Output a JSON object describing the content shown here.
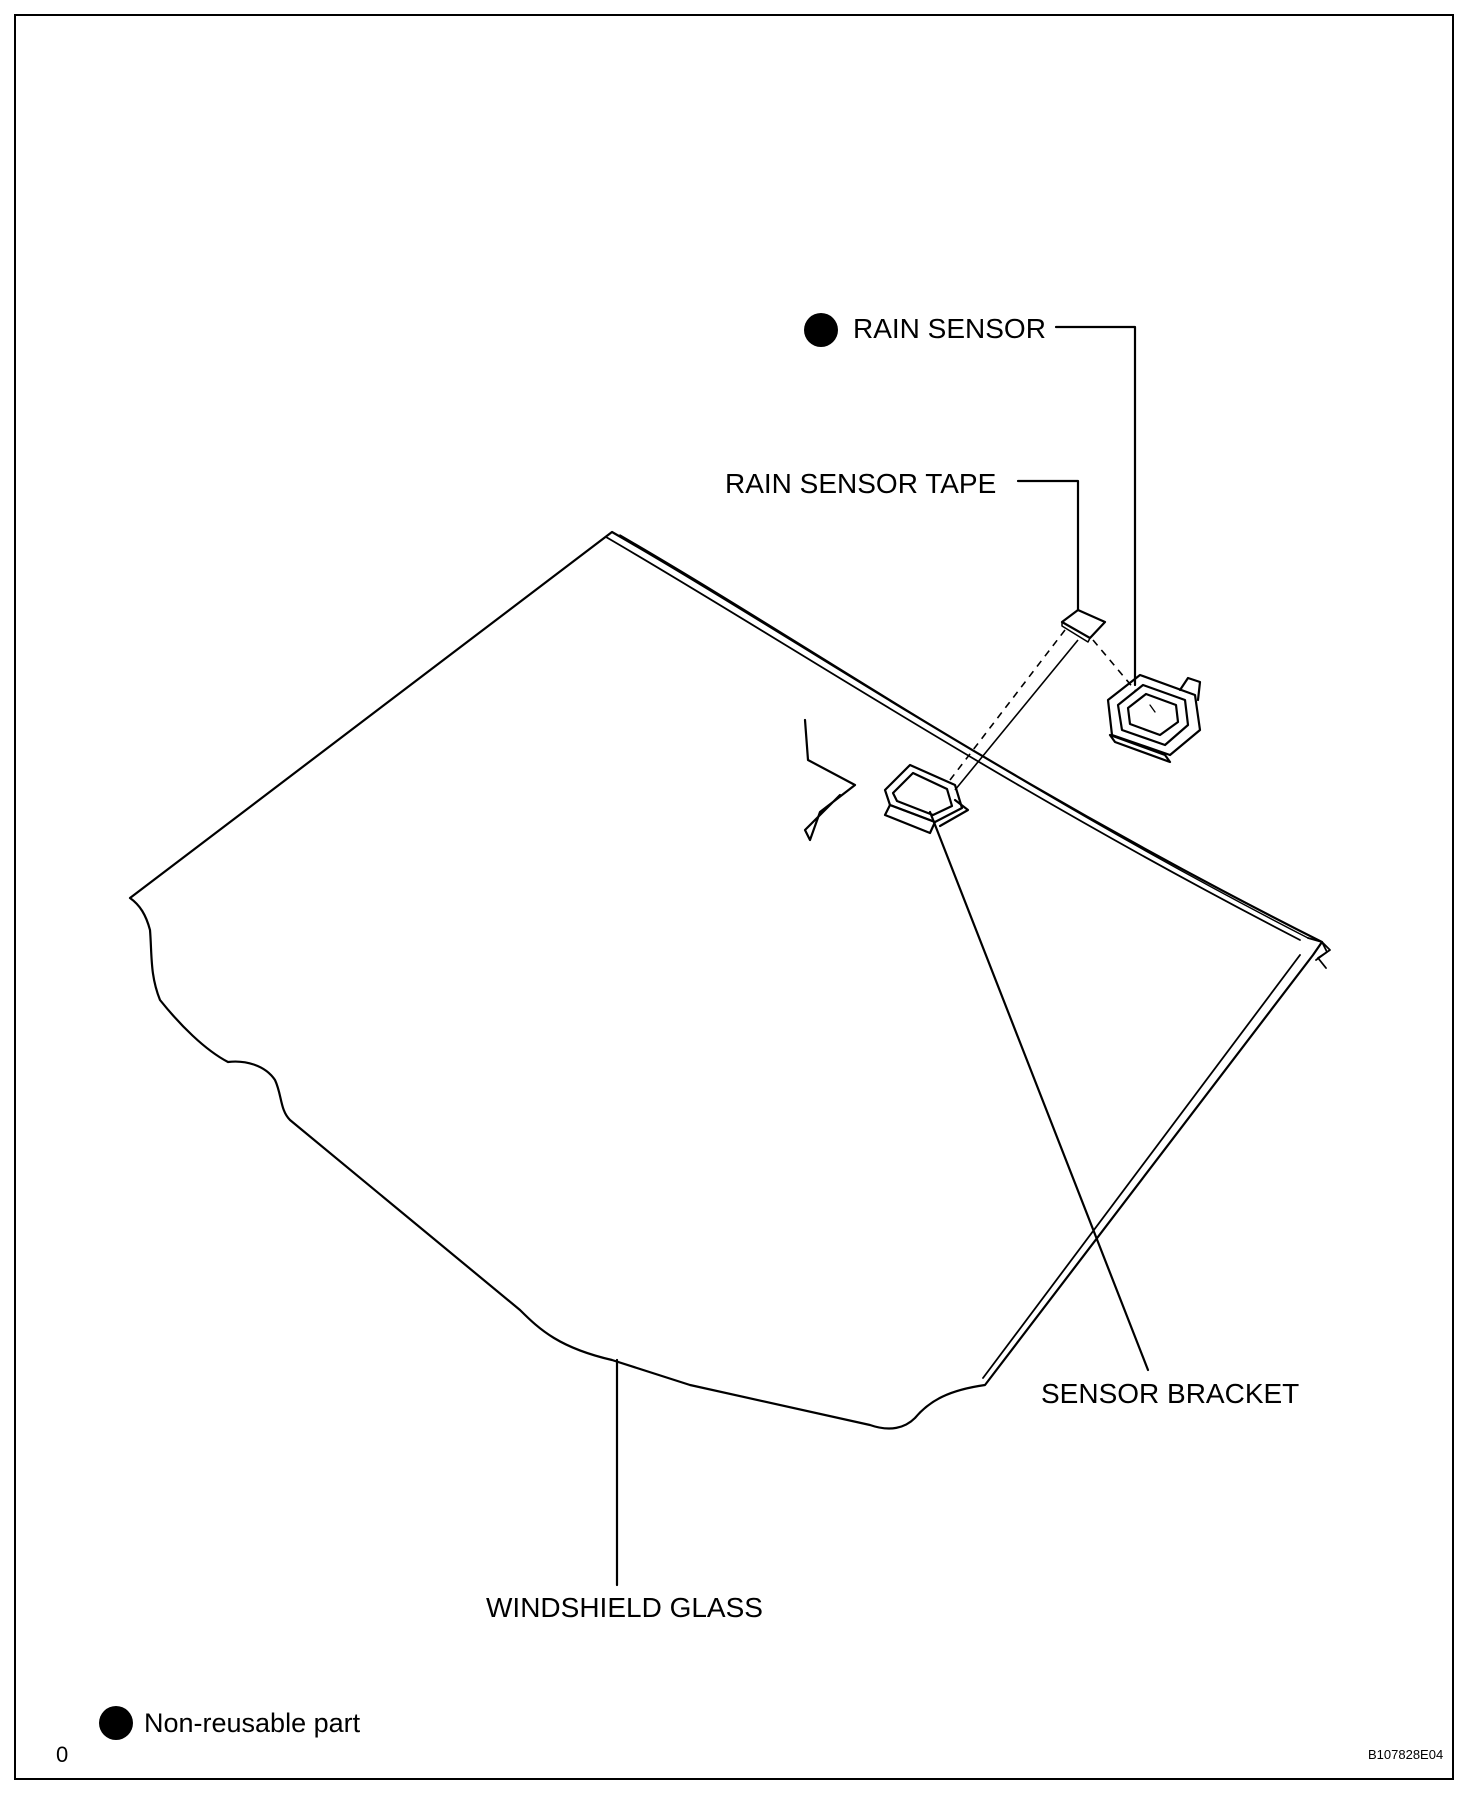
{
  "labels": {
    "rain_sensor": "RAIN SENSOR",
    "rain_sensor_tape": "RAIN SENSOR TAPE",
    "sensor_bracket": "SENSOR BRACKET",
    "windshield_glass": "WINDSHIELD GLASS"
  },
  "legend": {
    "non_reusable": "Non-reusable part"
  },
  "footer": {
    "corner_mark": "0",
    "figure_code": "B107828E04"
  },
  "colors": {
    "line": "#000000",
    "background": "#ffffff"
  }
}
